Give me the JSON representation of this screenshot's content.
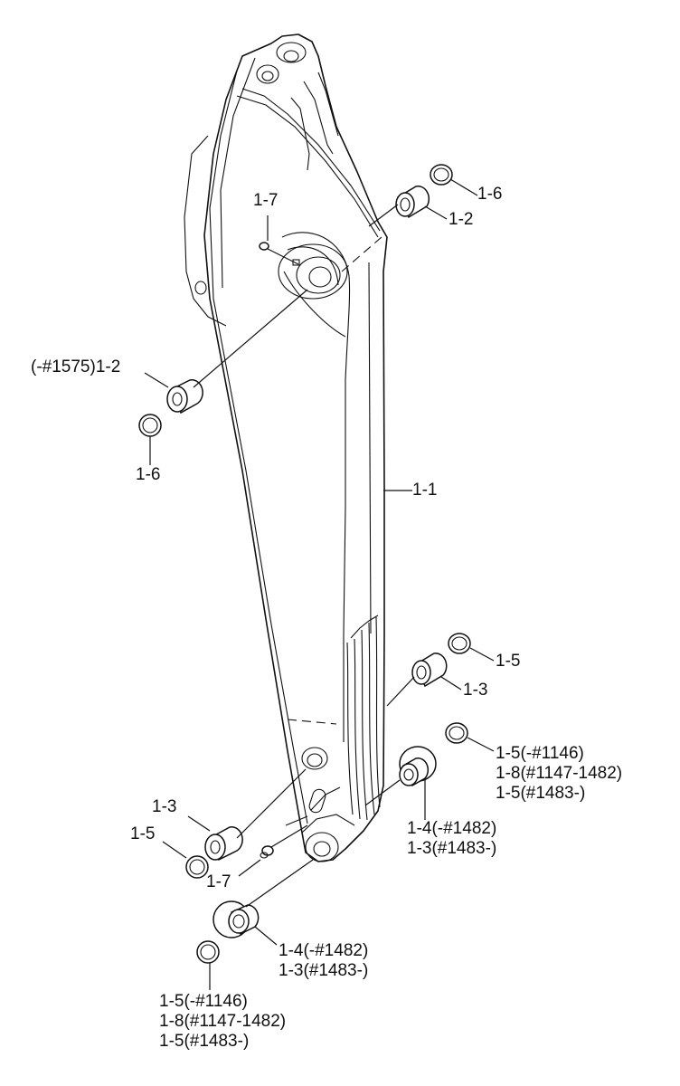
{
  "labels": {
    "l_1_6_top": "1-6",
    "l_1_2_top": "1-2",
    "l_1_7_top": "1-7",
    "l_1_2_left": "(-#1575)1-2",
    "l_1_6_left": "1-6",
    "l_1_1": "1-1",
    "l_1_5_right": "1-5",
    "l_1_3_right": "1-3",
    "r_stack": [
      "1-5(-#1146)",
      "1-8(#1147-1482)",
      "1-5(#1483-)"
    ],
    "mid_stack": [
      "1-4(-#1482)",
      "1-3(#1483-)"
    ],
    "l_1_3_left": "1-3",
    "l_1_5_left": "1-5",
    "l_1_7_bottom": "1-7",
    "bottom_stack": [
      "1-4(-#1482)",
      "1-3(#1483-)"
    ],
    "foot_stack": [
      "1-5(-#1146)",
      "1-8(#1147-1482)",
      "1-5(#1483-)"
    ]
  }
}
